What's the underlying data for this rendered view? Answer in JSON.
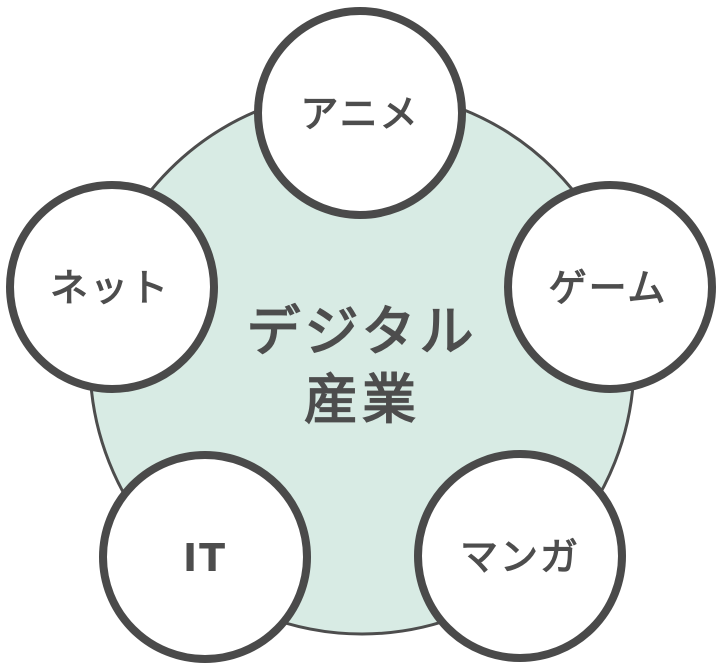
{
  "center": {
    "line1": "デジタル",
    "line2": "産業"
  },
  "nodes": [
    {
      "label": "アニメ"
    },
    {
      "label": "ゲーム"
    },
    {
      "label": "マンガ"
    },
    {
      "label": "IT"
    },
    {
      "label": "ネット"
    }
  ],
  "colors": {
    "center_fill": "#d8ebe4",
    "outline": "#4a4a4a",
    "node_fill": "#ffffff",
    "text": "#4d4d4d"
  }
}
